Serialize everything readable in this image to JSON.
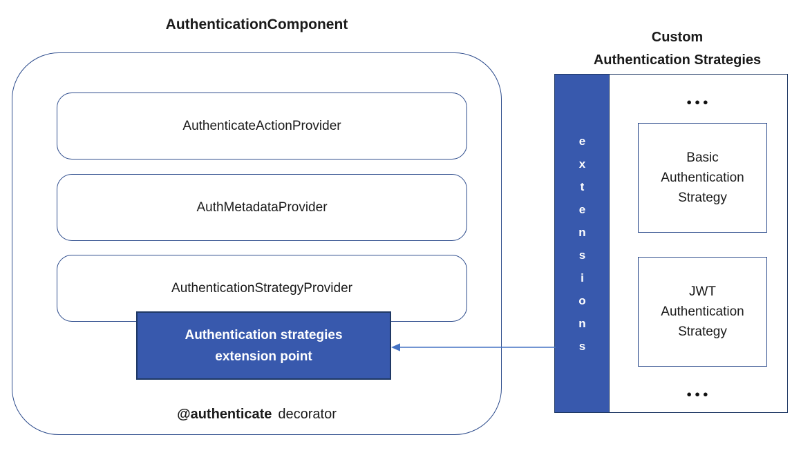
{
  "component": {
    "title": "AuthenticationComponent",
    "providers": [
      "AuthenticateActionProvider",
      "AuthMetadataProvider",
      "AuthenticationStrategyProvider"
    ],
    "extension_point": {
      "line1": "Authentication strategies",
      "line2": "extension point"
    },
    "decorator": {
      "name": "@authenticate",
      "suffix": "decorator"
    }
  },
  "custom": {
    "title_line1": "Custom",
    "title_line2": "Authentication Strategies",
    "extensions_label": "extensions",
    "ellipsis_top": "●●●",
    "ellipsis_bottom": "●●●",
    "strategies": [
      {
        "lines": [
          "Basic",
          "Authentication",
          "Strategy"
        ]
      },
      {
        "lines": [
          "JWT",
          "Authentication",
          "Strategy"
        ]
      }
    ]
  },
  "colors": {
    "fill_blue": "#3859AD",
    "border_navy": "#1F3864",
    "border_line": "#2B4A8B",
    "arrow_blue": "#4472C4",
    "text_dark": "#1A1A1A",
    "text_white": "#FFFFFF"
  }
}
